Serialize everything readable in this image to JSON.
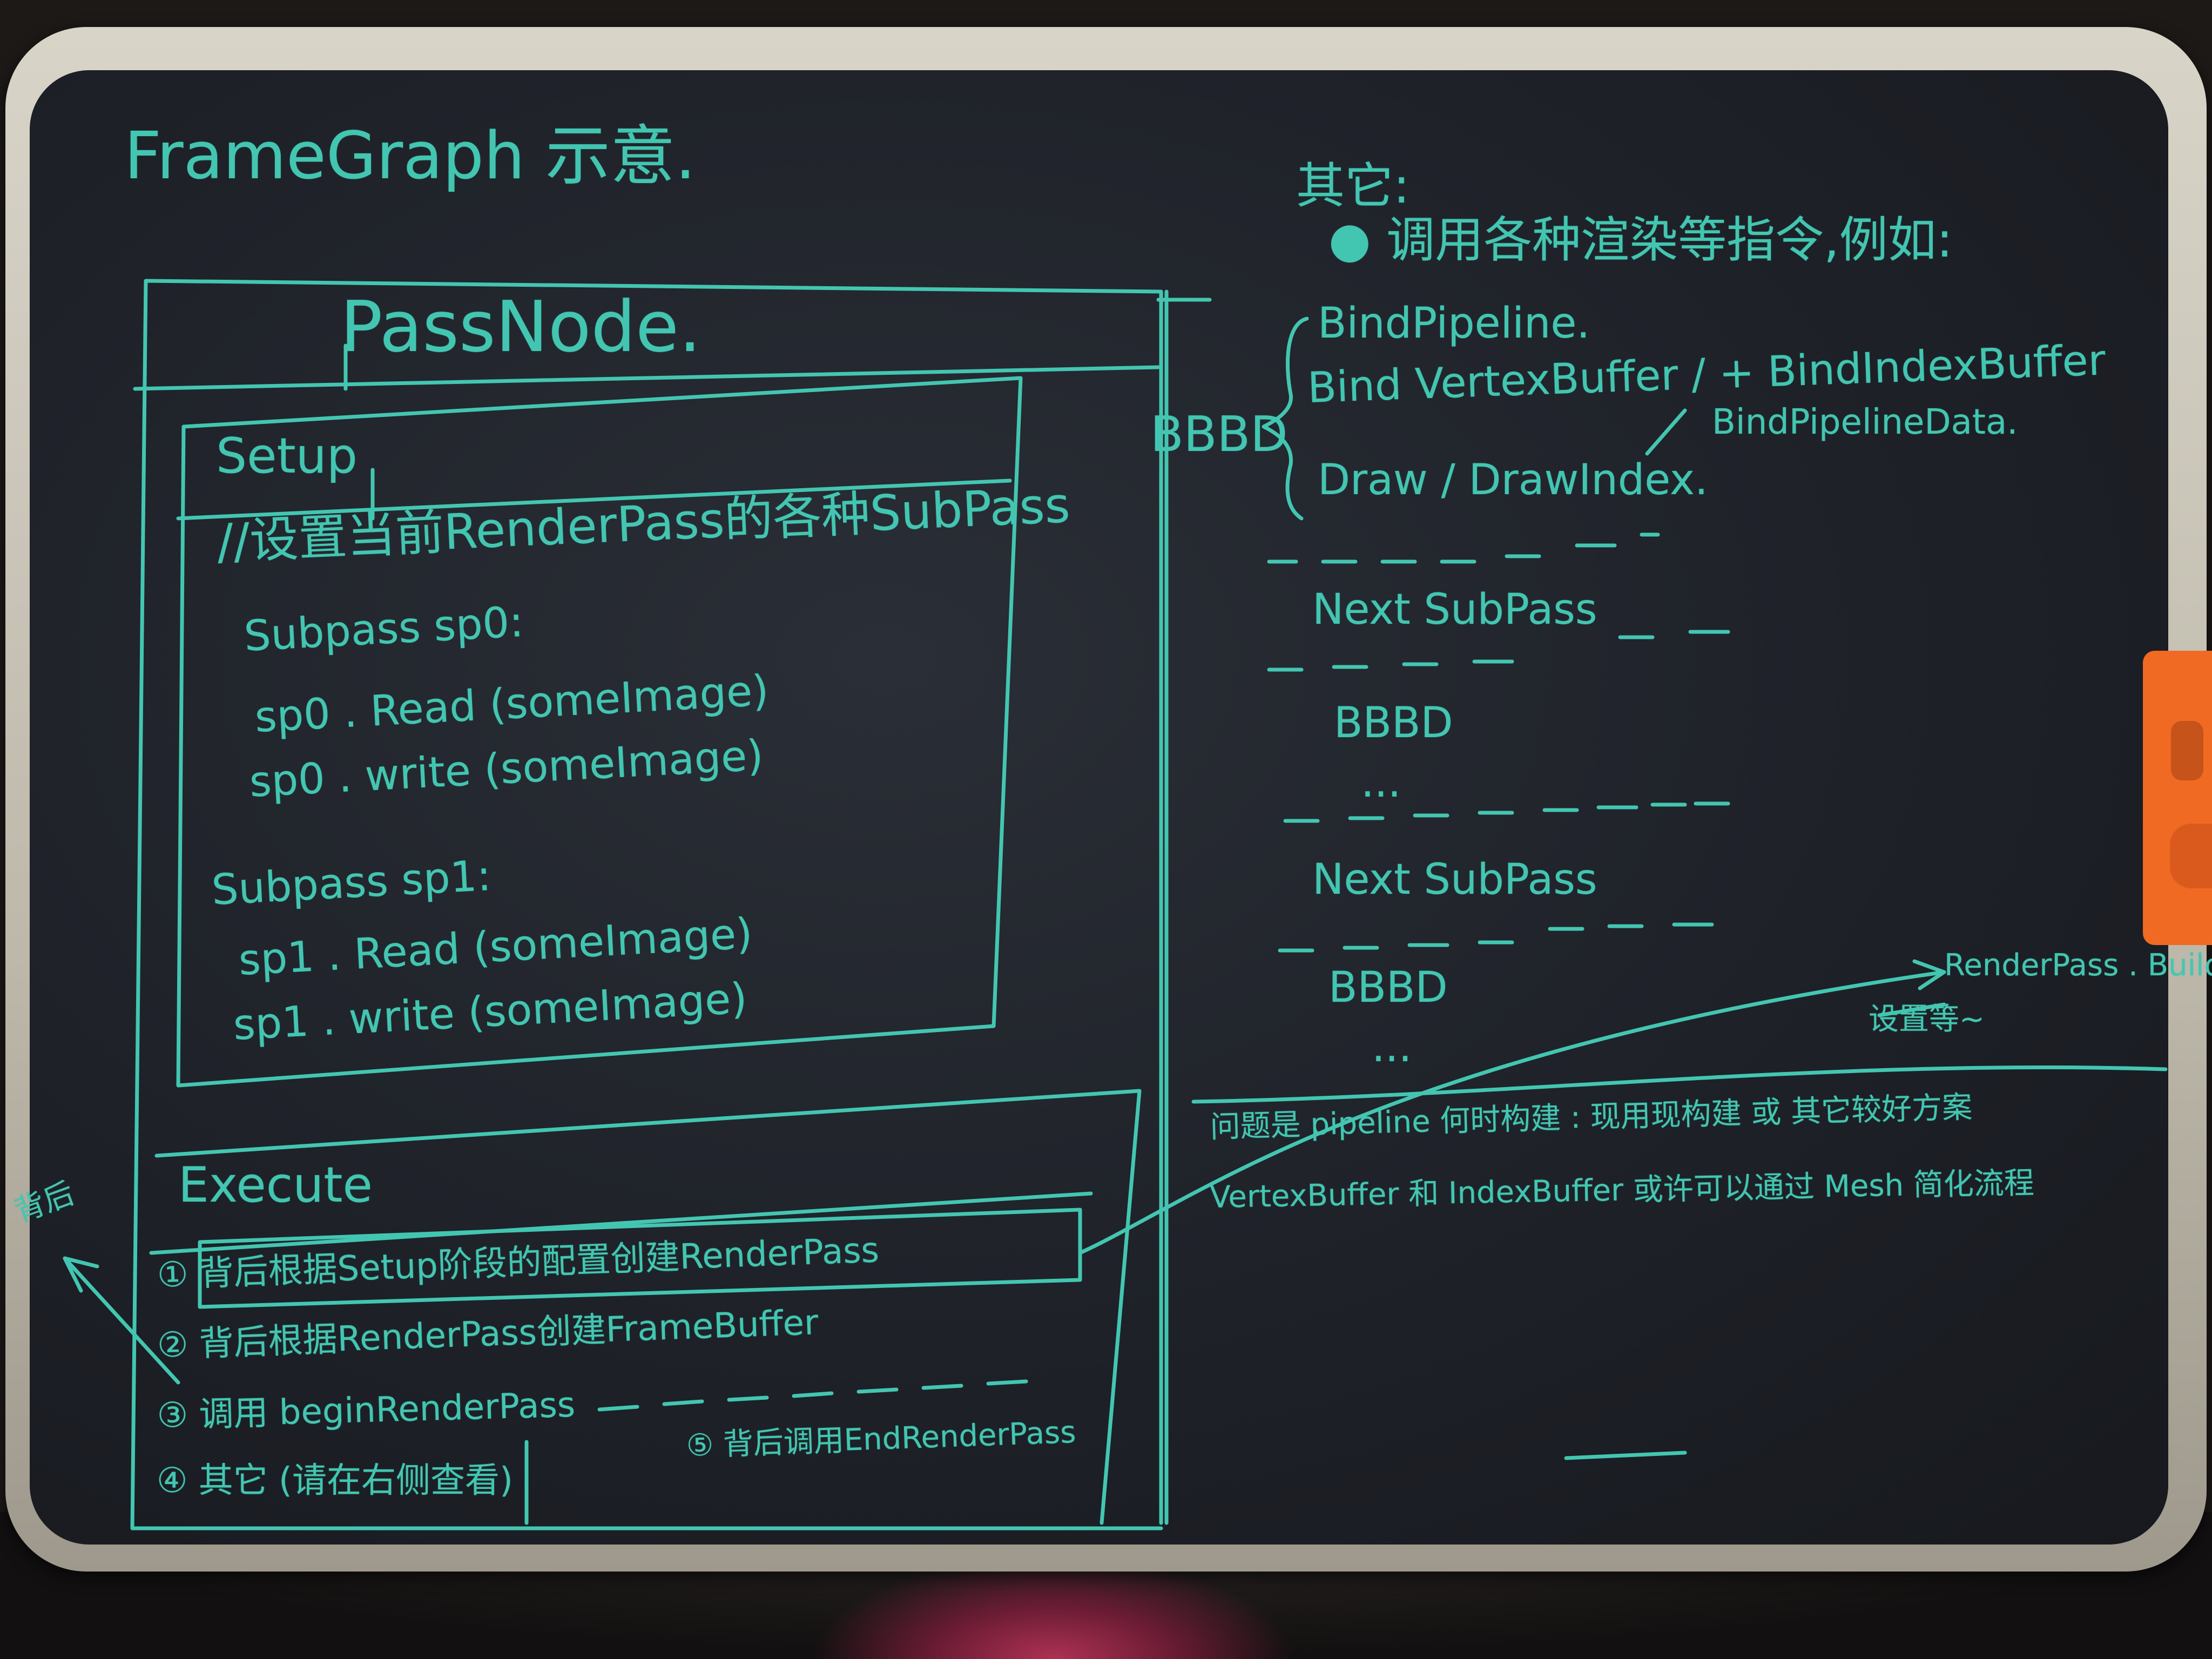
{
  "title": "FrameGraph 示意.",
  "pass_node": {
    "title": "PassNode.",
    "setup": {
      "label": "Setup",
      "comment": "//设置当前RenderPass的各种SubPass",
      "subpass0": {
        "decl": "Subpass    sp0:",
        "read": "sp0 . Read (someImage)",
        "write": "sp0 . write (someImage)"
      },
      "subpass1": {
        "decl": "Subpass    sp1:",
        "read": "sp1 . Read (someImage)",
        "write": "sp1 . write (someImage)"
      }
    },
    "execute": {
      "label": "Execute",
      "steps": [
        "① 背后根据Setup阶段的配置创建RenderPass",
        "② 背后根据RenderPass创建FrameBuffer",
        "③ 调用 beginRenderPass",
        "④ 其它 (请在右侧查看)",
        "⑤ 背后调用EndRenderPass"
      ],
      "side_note": "背后"
    }
  },
  "right": {
    "heading": "其它:",
    "intro": "● 调用各种渲染等指令,例如:",
    "bbbd_label": "BBBD",
    "commands": [
      "BindPipeline.",
      "Bind VertexBuffer / + BindIndexBuffer",
      "BindPipelineData.",
      "Draw / DrawIndex."
    ],
    "blocks": [
      "Next SubPass",
      "BBBD",
      "...",
      "Next SubPass",
      "BBBD",
      "..."
    ],
    "arrow_note_1": "RenderPass . Build",
    "arrow_note_2": "设置等~",
    "footer_1": "问题是 pipeline 何时构建 : 现用现构建 或 其它较好方案",
    "footer_2": "VertexBuffer 和 IndexBuffer 或许可以通过 Mesh 简化流程"
  }
}
